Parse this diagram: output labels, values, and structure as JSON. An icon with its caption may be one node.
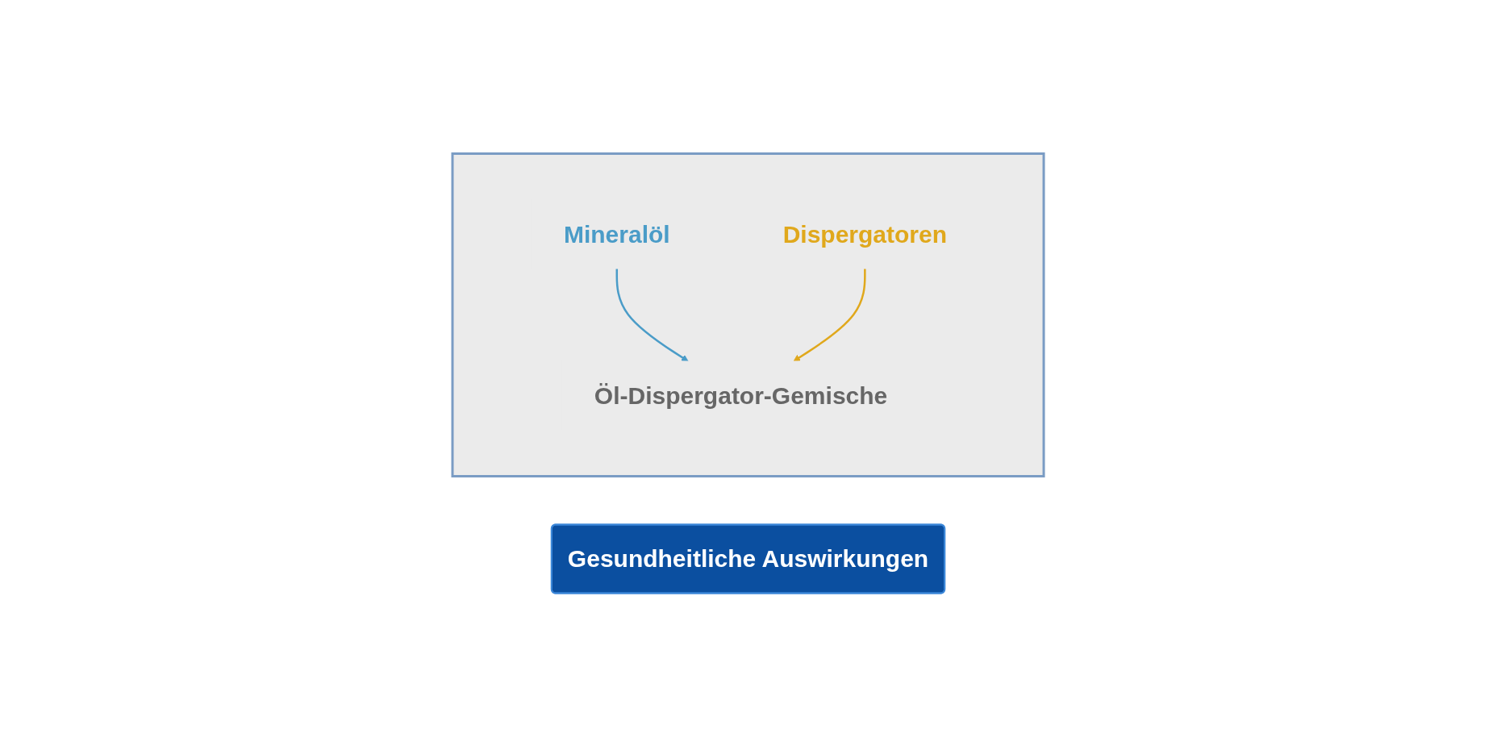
{
  "diagram": {
    "nodes": [
      {
        "text": [
          "Gesundheitliche Auswirkungen"
        ]
      },
      {
        "text": [],
        "shape": "box"
      },
      {
        "text": [
          "Mineralöl"
        ],
        "in": 1
      },
      {
        "text": [
          "Öl-Dispergator-Gemische"
        ],
        "in": 1
      },
      {
        "text": [
          "Dispergatoren"
        ],
        "in": 1
      }
    ],
    "edges": [
      {
        "from": 2,
        "to": 3,
        "arrow": "to",
        "color": "#4a9cc8"
      },
      {
        "from": 4,
        "to": 3,
        "arrow": "to",
        "color": "#e0a81c"
      }
    ]
  }
}
